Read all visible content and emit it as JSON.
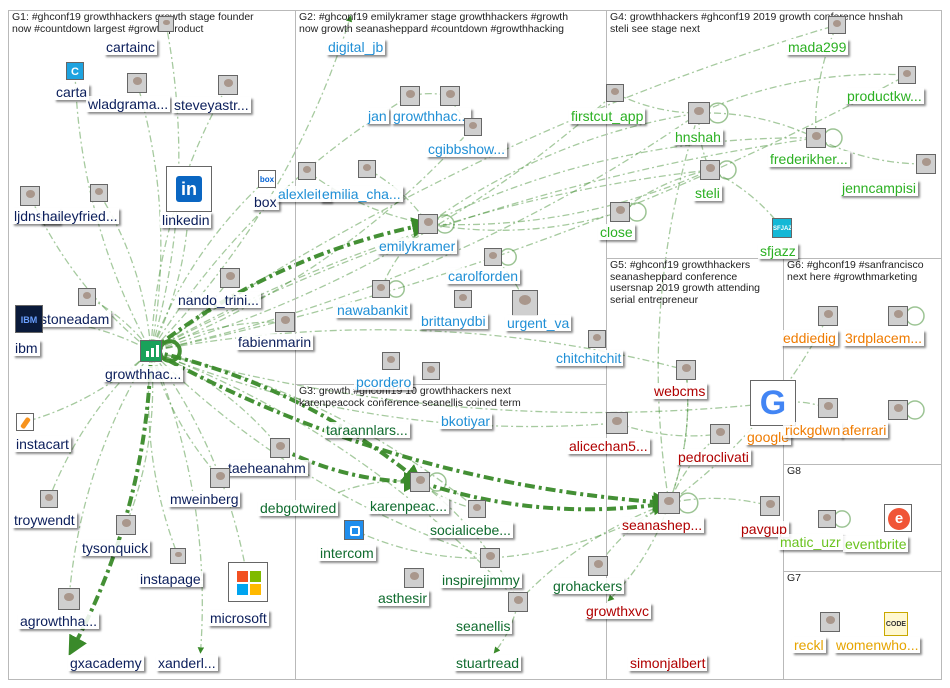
{
  "colors": {
    "g1": "#0b1e5b",
    "g2": "#1f8fd6",
    "g3": "#0f6b2e",
    "g4": "#2bb022",
    "g5": "#b00000",
    "g6": "#ef7b00",
    "g7": "#e6a400",
    "g8": "#6ac31f",
    "edge": "#3a8a2a"
  },
  "groups": [
    {
      "id": "g1",
      "title_l1": "G1: #ghconf19 growthhackers growth stage founder",
      "title_l2": "now #countdown largest #growth product"
    },
    {
      "id": "g2",
      "title_l1": "G2: #ghconf19 emilykramer stage growthhackers #growth",
      "title_l2": "now growth seanasheppard #countdown #growthhacking"
    },
    {
      "id": "g3",
      "title_l1": "G3: growth #ghconf19 10 growthhackers next",
      "title_l2": "karenpeacock conference seanellis coined term"
    },
    {
      "id": "g4",
      "title_l1": "G4: growthhackers #ghconf19 2019 growth conference hnshah",
      "title_l2": "steli see stage next"
    },
    {
      "id": "g5",
      "title_l1": "G5: #ghconf19 growthhackers",
      "title_l2": "seanasheppard conference",
      "title_l3": "usersnap 2019 growth attending",
      "title_l4": "serial entrepreneur"
    },
    {
      "id": "g6",
      "title_l1": "G6: #ghconf19 #sanfrancisco",
      "title_l2": "next here #growthmarketing"
    },
    {
      "id": "g8",
      "title_l1": "G8"
    },
    {
      "id": "g7",
      "title_l1": "G7"
    }
  ],
  "nodes": [
    {
      "id": "cartainc",
      "label": "cartainc",
      "g": "g1"
    },
    {
      "id": "carta",
      "label": "carta",
      "g": "g1",
      "icon": "carta-logo-icon"
    },
    {
      "id": "wladgrama",
      "label": "wladgrama...",
      "g": "g1"
    },
    {
      "id": "steveyastr",
      "label": "steveyastr...",
      "g": "g1"
    },
    {
      "id": "ljdnsho",
      "label": "ljdnsho",
      "g": "g1"
    },
    {
      "id": "haileyfried",
      "label": "haileyfried...",
      "g": "g1"
    },
    {
      "id": "linkedin",
      "label": "linkedin",
      "g": "g1",
      "icon": "linkedin-logo-icon"
    },
    {
      "id": "box",
      "label": "box",
      "g": "g1",
      "icon": "box-logo-icon"
    },
    {
      "id": "nando",
      "label": "nando_trini...",
      "g": "g1"
    },
    {
      "id": "stoneadam",
      "label": "stoneadam",
      "g": "g1"
    },
    {
      "id": "ibm",
      "label": "ibm",
      "g": "g1",
      "icon": "ibm-logo-icon"
    },
    {
      "id": "fabienmarin",
      "label": "fabienmarin",
      "g": "g1"
    },
    {
      "id": "growthhac1",
      "label": "growthhac...",
      "g": "g1",
      "icon": "growthhackers-logo-icon"
    },
    {
      "id": "instacart",
      "label": "instacart",
      "g": "g1",
      "icon": "carrot-icon"
    },
    {
      "id": "taeheanahm",
      "label": "taeheanahm",
      "g": "g1"
    },
    {
      "id": "mweinberg",
      "label": "mweinberg",
      "g": "g1"
    },
    {
      "id": "troywendt",
      "label": "troywendt",
      "g": "g1"
    },
    {
      "id": "tysonquick",
      "label": "tysonquick",
      "g": "g1"
    },
    {
      "id": "instapage",
      "label": "instapage",
      "g": "g1"
    },
    {
      "id": "microsoft",
      "label": "microsoft",
      "g": "g1",
      "icon": "microsoft-logo-icon"
    },
    {
      "id": "agrowthha",
      "label": "agrowthha...",
      "g": "g1"
    },
    {
      "id": "gxacademy",
      "label": "gxacademy",
      "g": "g1"
    },
    {
      "id": "xanderl",
      "label": "xanderl...",
      "g": "g1"
    },
    {
      "id": "digital_jb",
      "label": "digital_jb",
      "g": "g2"
    },
    {
      "id": "jan",
      "label": "jan",
      "g": "g2"
    },
    {
      "id": "growthhac2",
      "label": "growthhac...",
      "g": "g2"
    },
    {
      "id": "cgibbshow",
      "label": "cgibbshow...",
      "g": "g2"
    },
    {
      "id": "alexleite",
      "label": "alexleite",
      "g": "g2"
    },
    {
      "id": "emilia",
      "label": "emilia_cha...",
      "g": "g2"
    },
    {
      "id": "emilykramer",
      "label": "emilykramer",
      "g": "g2"
    },
    {
      "id": "carolforden",
      "label": "carolforden",
      "g": "g2"
    },
    {
      "id": "nawabankit",
      "label": "nawabankit",
      "g": "g2"
    },
    {
      "id": "brittanydbi",
      "label": "brittanydbi",
      "g": "g2"
    },
    {
      "id": "urgent_va",
      "label": "urgent_va",
      "g": "g2"
    },
    {
      "id": "chitchitchit",
      "label": "chitchitchit",
      "g": "g2"
    },
    {
      "id": "pcordero",
      "label": "pcordero",
      "g": "g2"
    },
    {
      "id": "bkotiyar",
      "label": "bkotiyar",
      "g": "g2"
    },
    {
      "id": "taraannlars",
      "label": "taraannlars...",
      "g": "g3"
    },
    {
      "id": "debgotwired",
      "label": "debgotwired",
      "g": "g3"
    },
    {
      "id": "karenpeac",
      "label": "karenpeac...",
      "g": "g3"
    },
    {
      "id": "socialicebe",
      "label": "socialicebe...",
      "g": "g3"
    },
    {
      "id": "intercom",
      "label": "intercom",
      "g": "g3",
      "icon": "intercom-logo-icon"
    },
    {
      "id": "inspirejimmy",
      "label": "inspirejimmy",
      "g": "g3"
    },
    {
      "id": "asthesir",
      "label": "asthesir",
      "g": "g3"
    },
    {
      "id": "grohackers",
      "label": "grohackers",
      "g": "g3"
    },
    {
      "id": "seanellis",
      "label": "seanellis",
      "g": "g3"
    },
    {
      "id": "stuartread",
      "label": "stuartread",
      "g": "g3"
    },
    {
      "id": "mada299",
      "label": "mada299",
      "g": "g4"
    },
    {
      "id": "productkw",
      "label": "productkw...",
      "g": "g4"
    },
    {
      "id": "firstcut_app",
      "label": "firstcut_app",
      "g": "g4"
    },
    {
      "id": "hnshah",
      "label": "hnshah",
      "g": "g4"
    },
    {
      "id": "frederikher",
      "label": "frederikher...",
      "g": "g4"
    },
    {
      "id": "steli",
      "label": "steli",
      "g": "g4"
    },
    {
      "id": "jenncampisi",
      "label": "jenncampisi",
      "g": "g4"
    },
    {
      "id": "close",
      "label": "close",
      "g": "g4"
    },
    {
      "id": "sfjazz",
      "label": "sfjazz",
      "g": "g4",
      "icon": "sfjazz-logo-icon"
    },
    {
      "id": "webcms",
      "label": "webcms",
      "g": "g5"
    },
    {
      "id": "alicechan5",
      "label": "alicechan5...",
      "g": "g5"
    },
    {
      "id": "pedroclivati",
      "label": "pedroclivati",
      "g": "g5"
    },
    {
      "id": "seanashep",
      "label": "seanashep...",
      "g": "g5"
    },
    {
      "id": "pavgup",
      "label": "pavgup",
      "g": "g5"
    },
    {
      "id": "growthxvc",
      "label": "growthxvc",
      "g": "g5"
    },
    {
      "id": "simonjalbert",
      "label": "simonjalbert",
      "g": "g5"
    },
    {
      "id": "eddiedig",
      "label": "eddiedig",
      "g": "g6"
    },
    {
      "id": "3rdplacem",
      "label": "3rdplacem...",
      "g": "g6"
    },
    {
      "id": "google",
      "label": "google",
      "g": "g6",
      "icon": "google-logo-icon"
    },
    {
      "id": "rickgdwn",
      "label": "rickgdwn",
      "g": "g6"
    },
    {
      "id": "aferrari",
      "label": "aferrari",
      "g": "g6"
    },
    {
      "id": "matic_uzr",
      "label": "matic_uzr",
      "g": "g8"
    },
    {
      "id": "eventbrite",
      "label": "eventbrite",
      "g": "g8",
      "icon": "eventbrite-logo-icon"
    },
    {
      "id": "reckl",
      "label": "reckl",
      "g": "g7"
    },
    {
      "id": "womenwho",
      "label": "womenwho...",
      "g": "g7",
      "icon": "womenwhocode-logo-icon"
    }
  ]
}
